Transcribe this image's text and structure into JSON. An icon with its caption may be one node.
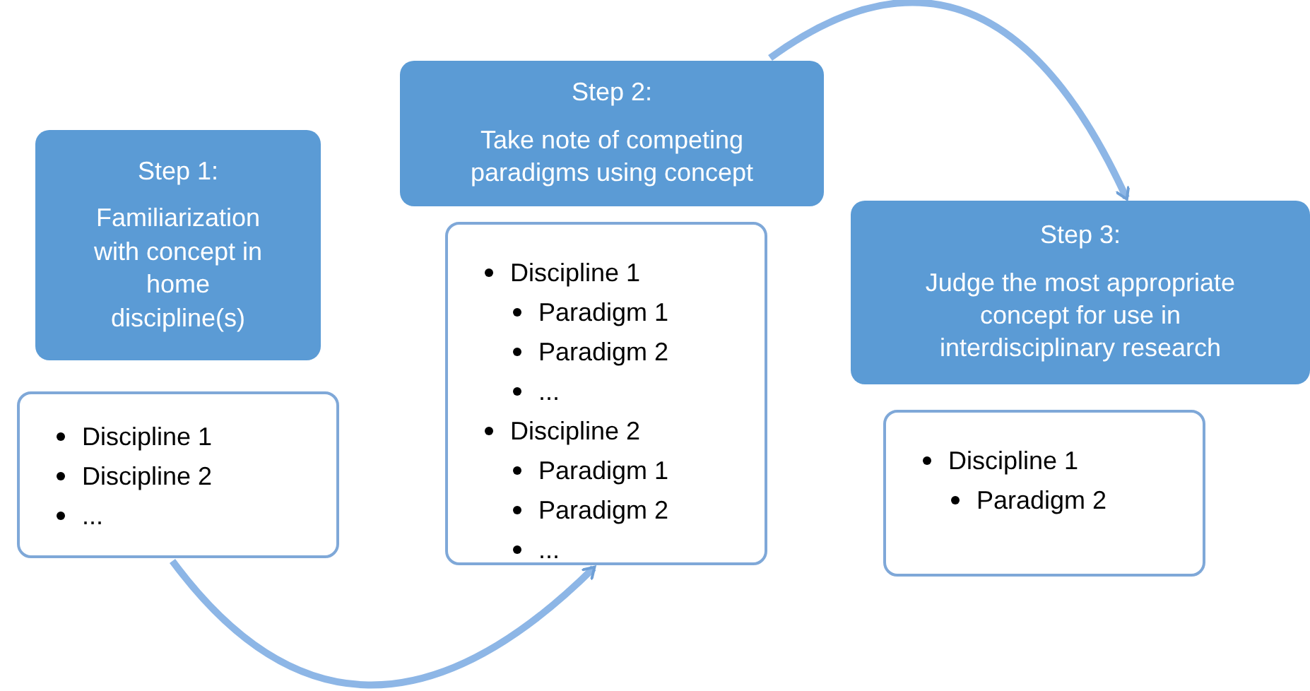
{
  "diagram": {
    "nodes": [
      {
        "text": [
          "Step 1:",
          "Familiarization with concept in home discipline(s)"
        ]
      },
      {
        "text": [
          "Discipline 1",
          "Discipline 2",
          "..."
        ]
      },
      {
        "text": [
          "Step 2:",
          "Take note of competing paradigms using concept"
        ]
      },
      {
        "text": [
          "Discipline 1",
          "Paradigm 1",
          "Paradigm 2",
          "...",
          "Discipline 2",
          "Paradigm 1",
          "Paradigm 2",
          "..."
        ]
      },
      {
        "text": [
          "Step 3:",
          "Judge the most appropriate concept for use in interdisciplinary research"
        ]
      },
      {
        "text": [
          "Discipline 1",
          "Paradigm 2"
        ]
      }
    ],
    "edges": [
      {
        "from": 1,
        "to": 3,
        "arrow": "to"
      },
      {
        "from": 2,
        "to": 4,
        "arrow": "to"
      }
    ]
  }
}
